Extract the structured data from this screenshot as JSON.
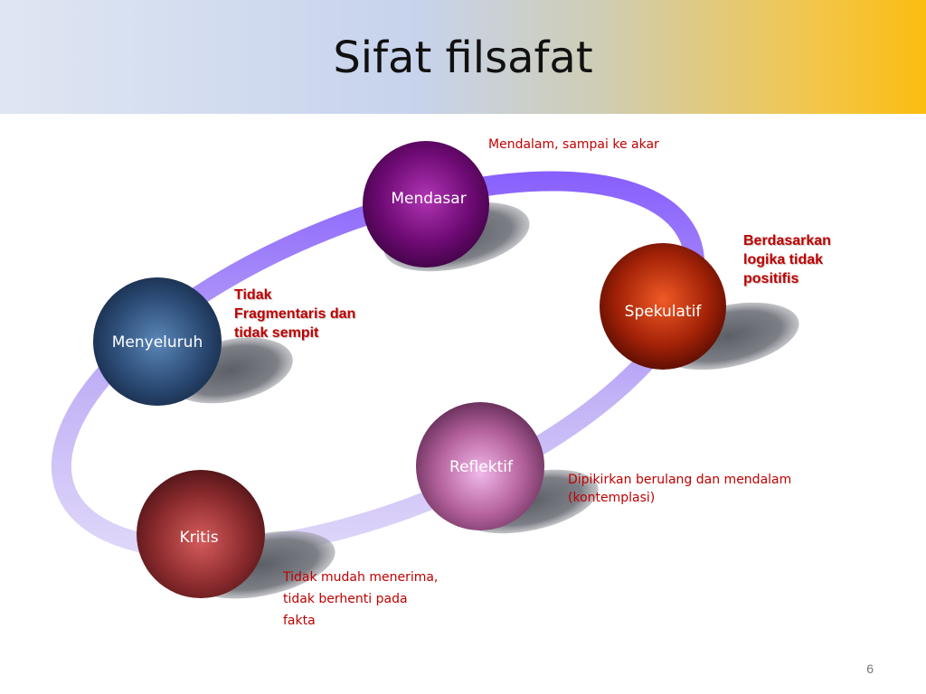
{
  "slide": {
    "title": "Sifat filsafat",
    "page_number": "6"
  },
  "nodes": {
    "mendasar": "Mendasar",
    "spekulatif": "Spekulatif",
    "menyeluruh": "Menyeluruh",
    "reflektif": "Reflektif",
    "kritis": "Kritis"
  },
  "notes": {
    "mendasar": [
      "Mendalam, sampai ke akar"
    ],
    "spekulatif": [
      "Berdasarkan",
      "logika tidak",
      "positifis"
    ],
    "menyeluruh": [
      "Tidak",
      "Fragmentaris dan",
      "tidak sempit"
    ],
    "reflektif": [
      "Dipikirkan berulang dan mendalam",
      "(kontemplasi)"
    ],
    "kritis": [
      "Tidak mudah menerima,",
      "tidak berhenti pada",
      "fakta"
    ]
  },
  "colors": {
    "ring_start": "#ece8fb",
    "ring_end": "#7b4cff",
    "note_text": "#c00000"
  }
}
